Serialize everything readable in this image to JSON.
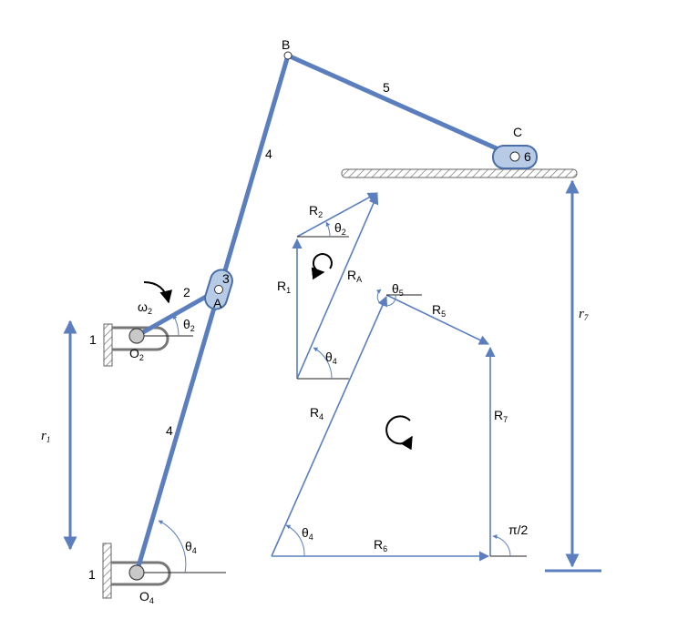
{
  "colors": {
    "link": "#5b7fbe",
    "link_dark": "#4a6ea8",
    "slider_fill": "#b7cbe6",
    "vector": "#5b7fbe",
    "ground_hatch": "#777777",
    "pin_fill": "#c8c8c8",
    "text": "#000000"
  },
  "mechanism": {
    "point_B": "B",
    "point_C": "C",
    "point_A": "A",
    "link_upper_4": "4",
    "link_lower_4": "4",
    "link_5": "5",
    "link_2": "2",
    "slider_3": "3",
    "slider_6": "6",
    "ground_top_1": "1",
    "ground_bottom_1": "1",
    "pivot_O2": {
      "main": "O",
      "sub": "2"
    },
    "pivot_O4": {
      "main": "O",
      "sub": "4"
    },
    "omega2": {
      "main": "ω",
      "sub": "2"
    },
    "theta2": {
      "main": "θ",
      "sub": "2"
    },
    "theta4": {
      "main": "θ",
      "sub": "4"
    },
    "r1": {
      "main": "r",
      "sub": "1"
    },
    "r7": {
      "main": "r",
      "sub": "7"
    }
  },
  "loop1": {
    "R1": {
      "main": "R",
      "sub": "1"
    },
    "R2": {
      "main": "R",
      "sub": "2"
    },
    "RA": {
      "main": "R",
      "sub": "A"
    },
    "theta2": {
      "main": "θ",
      "sub": "2"
    },
    "theta4": {
      "main": "θ",
      "sub": "4"
    }
  },
  "loop2": {
    "R4": {
      "main": "R",
      "sub": "4"
    },
    "R5": {
      "main": "R",
      "sub": "5"
    },
    "R6": {
      "main": "R",
      "sub": "6"
    },
    "R7": {
      "main": "R",
      "sub": "7"
    },
    "theta4": {
      "main": "θ",
      "sub": "4"
    },
    "theta5": {
      "main": "θ",
      "sub": "5"
    },
    "right_angle": "π/2"
  }
}
